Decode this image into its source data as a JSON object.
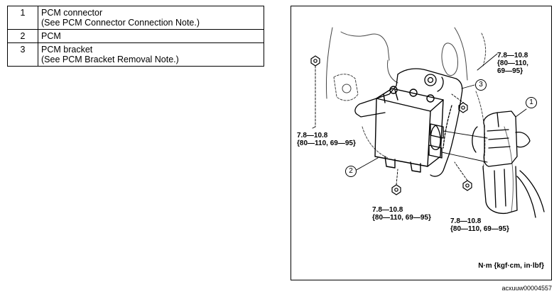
{
  "parts": [
    {
      "number": "1",
      "lines": [
        "PCM connector",
        "(See PCM Connector Connection Note.)"
      ]
    },
    {
      "number": "2",
      "lines": [
        "PCM"
      ]
    },
    {
      "number": "3",
      "lines": [
        "PCM bracket",
        "(See PCM Bracket Removal Note.)"
      ]
    }
  ],
  "torque_specs": {
    "top_right": [
      "7.8—10.8",
      "{80—110,",
      "69—95}"
    ],
    "left": [
      "7.8—10.8",
      "{80—110, 69—95}"
    ],
    "bottom_center": [
      "7.8—10.8",
      "{80—110, 69—95}"
    ],
    "bottom_right": [
      "7.8—10.8",
      "{80—110, 69—95}"
    ]
  },
  "callouts": {
    "c1": "1",
    "c2": "2",
    "c3": "3"
  },
  "units_note": "N·m {kgf·cm, in·lbf}",
  "figure_id": "acxuuw00004557"
}
